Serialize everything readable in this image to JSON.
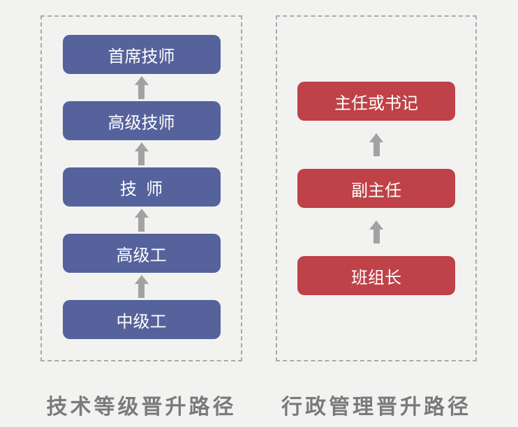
{
  "diagram": {
    "left_column": {
      "label": "技术等级晋升路径",
      "box_color": "#55629B",
      "boxes": [
        "首席技师",
        "高级技师",
        "技  师",
        "高级工",
        "中级工"
      ]
    },
    "right_column": {
      "label": "行政管理晋升路径",
      "box_color": "#BE4247",
      "boxes": [
        "主任或书记",
        "副主任",
        "班组长"
      ]
    },
    "colors": {
      "background": "#F2F2F1",
      "dashed_border": "#AAAAAA",
      "arrow": "#A2A2A2",
      "label_text": "#7A7A7A",
      "box_text": "#FFFFFF"
    }
  }
}
